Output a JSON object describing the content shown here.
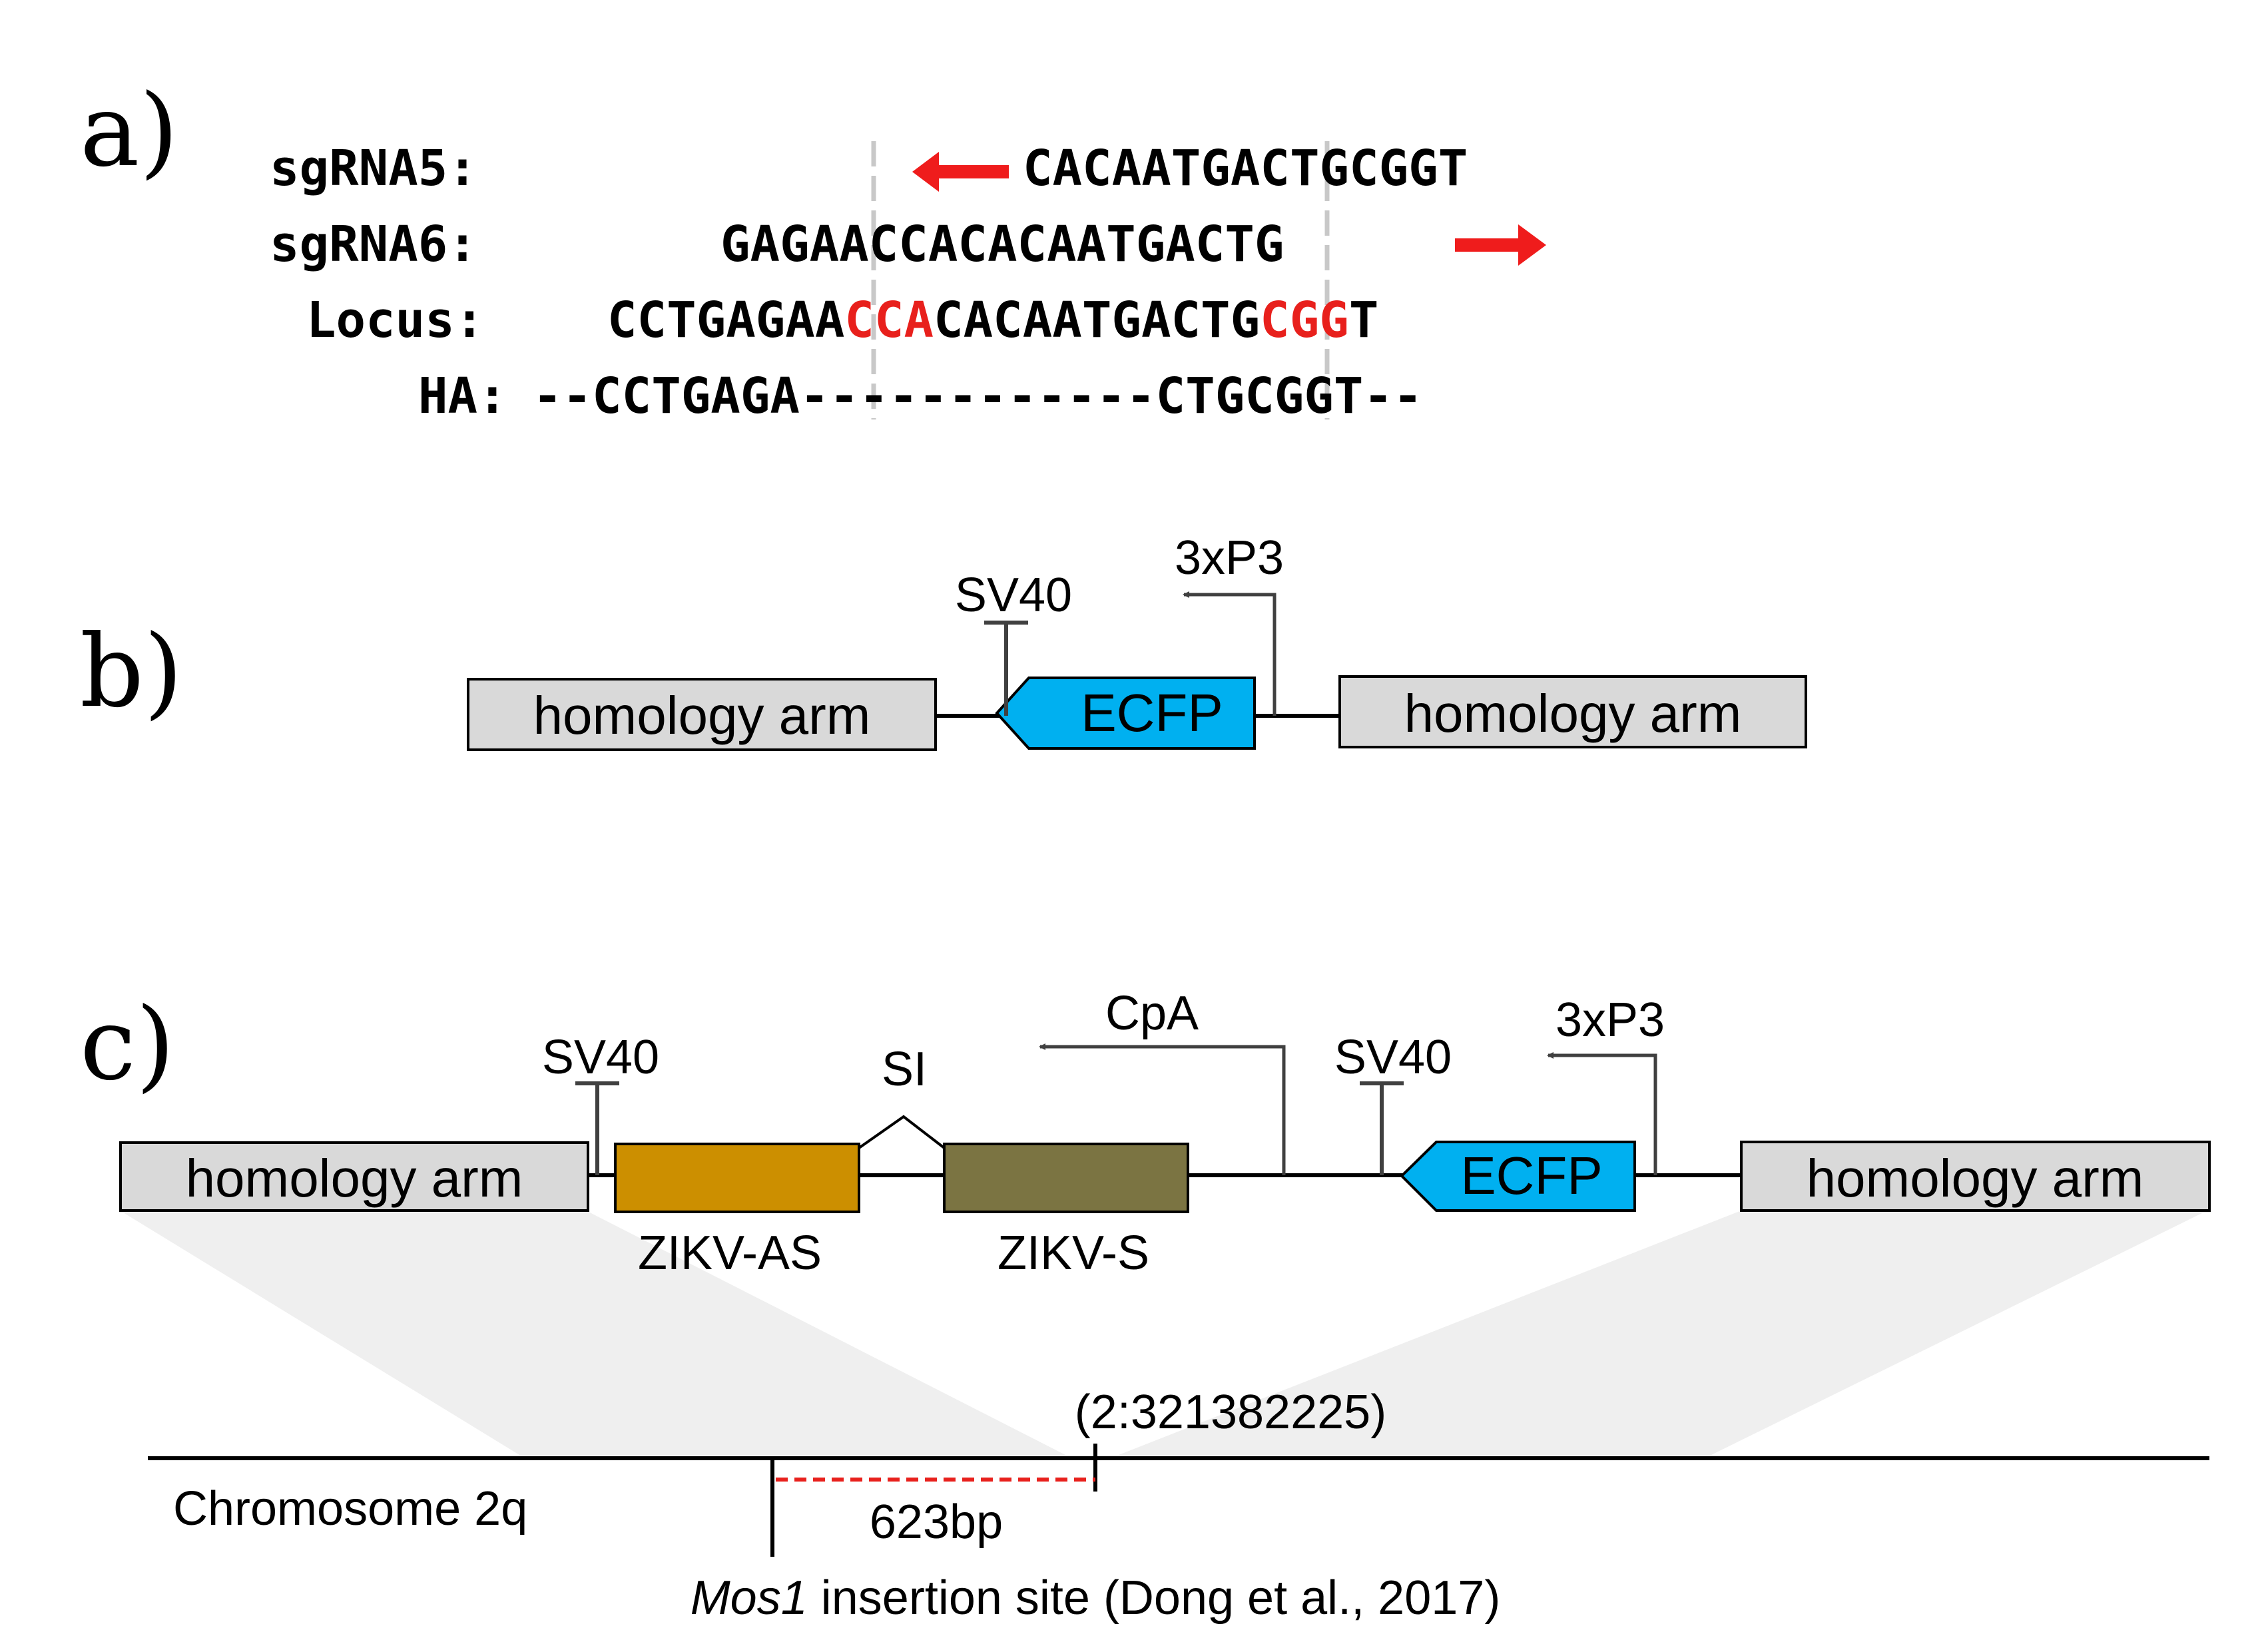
{
  "panel_a": {
    "label": "a)",
    "sgRNA5": {
      "name": "sgRNA5:",
      "seq": "CACAATGACTGCGGT"
    },
    "sgRNA6": {
      "name": "sgRNA6:",
      "seq": "GAGAACCACACAATGACTG"
    },
    "locus": {
      "name": "Locus:",
      "part1": "CCTGAGAA",
      "pam1": "CCA",
      "part2": "CACAATGACTG",
      "pam2": "CGG",
      "part3": "T"
    },
    "ha": {
      "name": "HA:",
      "seq": "--CCTGAGA------------CTGCGGT--"
    },
    "colors": {
      "pam": "#e8201c",
      "arrow": "#ef1c1c",
      "guide": "#c8c8c8"
    }
  },
  "panel_b": {
    "label": "b)",
    "left_arm": "homology arm",
    "right_arm": "homology arm",
    "ecfp": "ECFP",
    "sv40": "SV40",
    "promoter": "3xP3",
    "colors": {
      "arm": "#d9d9d9",
      "ecfp": "#00b0f0"
    }
  },
  "panel_c": {
    "label": "c)",
    "left_arm": "homology arm",
    "right_arm": "homology arm",
    "zikv_as": "ZIKV-AS",
    "zikv_s": "ZIKV-S",
    "si": "SI",
    "cpa": "CpA",
    "sv40_left": "SV40",
    "sv40_right": "SV40",
    "ecfp": "ECFP",
    "promoter": "3xP3",
    "chromosome": "Chromosome 2q",
    "coordinate": "(2:321382225)",
    "distance": "623bp",
    "mos1_italic": "Mos1",
    "mos1_rest": " insertion site (Dong et al., 2017)",
    "colors": {
      "zikv_as": "#cc8f00",
      "zikv_s": "#7b7442",
      "ecfp": "#00b0f0",
      "arm": "#d9d9d9",
      "distance_line": "#e8201c",
      "shadow": "#efefef"
    }
  }
}
